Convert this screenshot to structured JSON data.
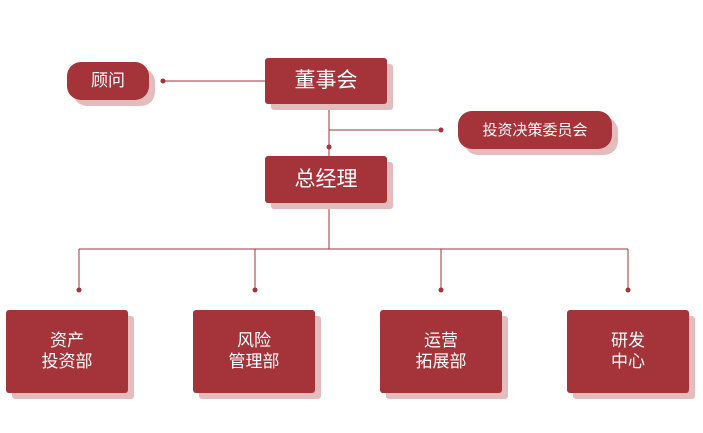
{
  "nodes": {
    "board": "董事会",
    "advisor": "顾问",
    "investment_committee": "投资决策委员会",
    "general_manager": "总经理",
    "departments": [
      {
        "line1": "资产",
        "line2": "投资部"
      },
      {
        "line1": "风险",
        "line2": "管理部"
      },
      {
        "line1": "运营",
        "line2": "拓展部"
      },
      {
        "line1": "研发",
        "line2": "中心"
      }
    ]
  },
  "colors": {
    "box": "#a5333a",
    "shadow": "#e3bcbe",
    "line": "#a5333a",
    "text": "#ffffff"
  }
}
